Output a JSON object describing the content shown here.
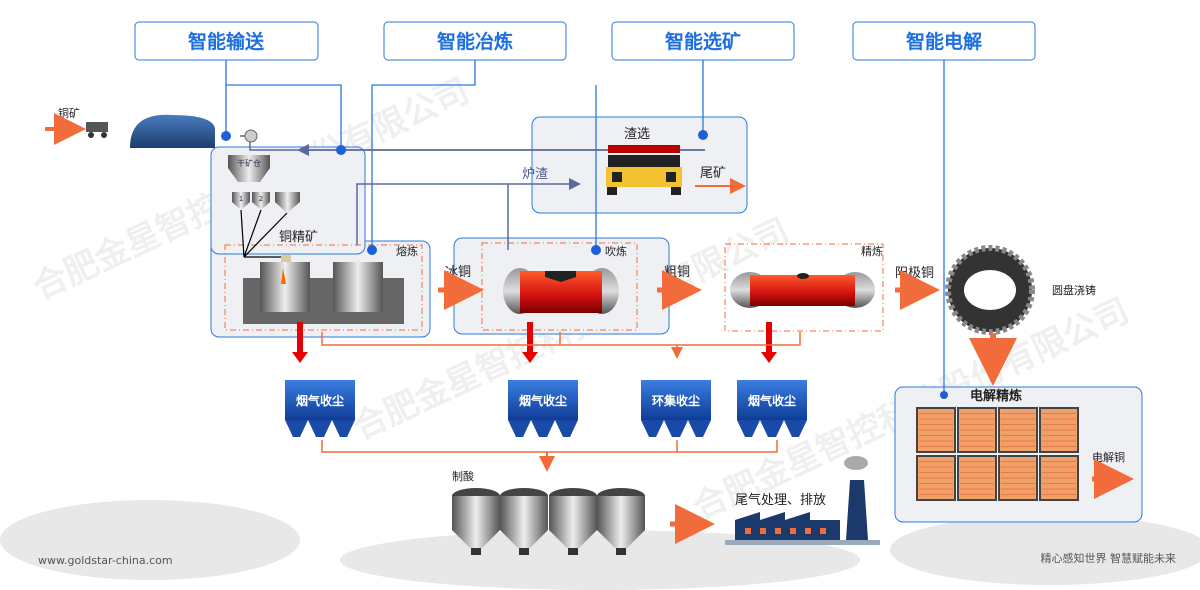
{
  "headers": {
    "transport": "智能输送",
    "smelting": "智能冶炼",
    "beneficiation": "智能选矿",
    "electrolysis": "智能电解"
  },
  "labels": {
    "copper_ore": "铜矿",
    "bin": "干矿仓",
    "bin_1": "1",
    "bin_2": "2",
    "copper_concentrate": "铜精矿",
    "smelting": "熔炼",
    "converting": "吹炼",
    "refining": "精炼",
    "slag_selection": "渣选",
    "furnace_slag": "炉渣",
    "tailings": "尾矿",
    "matte": "冰铜",
    "blister_copper": "粗铜",
    "anode_copper": "阳极铜",
    "disc_casting": "圆盘浇铸",
    "electrolytic_refining": "电解精炼",
    "cathode_copper": "电解铜",
    "acid_making": "制酸",
    "tail_gas": "尾气处理、排放"
  },
  "dust_collectors": [
    "烟气收尘",
    "烟气收尘",
    "环集收尘",
    "烟气收尘"
  ],
  "footer": {
    "website": "www.goldstar-china.com",
    "slogan": "精心感知世界  智慧赋能未来"
  },
  "watermark": "合肥金星智控科技股份有限公司",
  "colors": {
    "accent_blue": "#1f6fe0",
    "flow_orange": "#f26b3a",
    "flow_red": "#e60000",
    "panel_bg": "#eef0f3"
  }
}
